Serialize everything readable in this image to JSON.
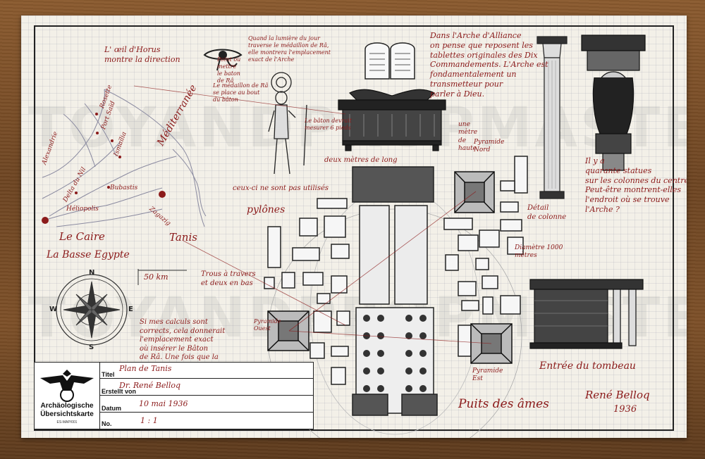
{
  "watermark": {
    "line1": "TOYANDPROPMASTERS",
    "line2": "TOYANDPROPMASTERS"
  },
  "notes": {
    "horus_eye": "L' œil d'Horus\nmontre la direction",
    "sunlight_top": "Quand la lumière du jour\ntraverse le médaillon de Râ,\nelle montrera l'emplacement\nexact de l'Arche",
    "medallion_upper": "Point où\nmettre\nle baton\nde Râ",
    "medallion_side": "Le médaillon de Râ\nse place au bout\ndu bâton",
    "staff_note": "Le bâton devrait\nmesurer 6 pieds",
    "ark_note": "Dans l'Arche d'Alliance\non pense que reposent les\ntablettes originales des Dix\nCommandements. L'Arche est\nfondamentalement un\ntransmetteur pour\nparler à Dieu.",
    "depth_left": "une\nmètre\nde\nhaute",
    "depth_bottom": "deux mètres de long",
    "not_used": "ceux-ci ne sont pas utilisés",
    "pylons": "pylônes",
    "pyramid_north": "Pyramide\nNord",
    "pyramid_east": "Pyramide\nEst",
    "pyramid_west": "Pyramide\nOuest",
    "diameter": "Diamètre 1000\nmètres",
    "column_detail": "Détail\nde colonne",
    "columns_note": "Il y a\nquarante statues\nsur les colonnes du centre.\nPeut-être montrent-elles\nl'endroit où se trouve\nl'Arche ?",
    "doors_note": "Trous à travers\net deux en bas",
    "sun_note": "Si mes calculs sont\ncorrects, cela donnerait\nl'emplacement exact\noù insérer le Bâton\nde Râ. Une fois que la\nlumière du jour aura\ntraversé le pommeau,\nelle montrera l'endroit\nexact où l'Arche d'Alliance\nest enterrée.",
    "tomb_entrance": "Entrée du tombeau",
    "well_of_souls": "Puits des âmes",
    "signature": "René Belloq",
    "signature_year": "1936",
    "scale": "50 km",
    "map_sea": "Méditerranée",
    "map_cairo": "Le Caire",
    "map_lower_egypt": "La Basse Egypte",
    "map_tanis": "Tanis",
    "map_places": [
      "Alexandrie",
      "Rosette",
      "Port Saïd",
      "Ismaïlia",
      "Delta du Nil",
      "Bubastis",
      "Héliopolis",
      "Zagazig"
    ]
  },
  "compass": {
    "n": "N",
    "s": "S",
    "e": "E",
    "w": "W"
  },
  "title_block": {
    "brand_line1": "Archäologische",
    "brand_line2": "Übersichtskarte",
    "code": "ES-MAP/001",
    "labels": {
      "titel": "Titel",
      "erstellt": "Erstellt von",
      "datum": "Datum",
      "no": "No."
    },
    "values": {
      "titel": "Plan de Tanis",
      "erstellt": "Dr. René Belloq",
      "datum": "10 mai 1936",
      "no": "1 : 1"
    }
  },
  "colors": {
    "ink": "#8b1a1a",
    "paper": "#f3f0e8",
    "line": "#222222"
  }
}
